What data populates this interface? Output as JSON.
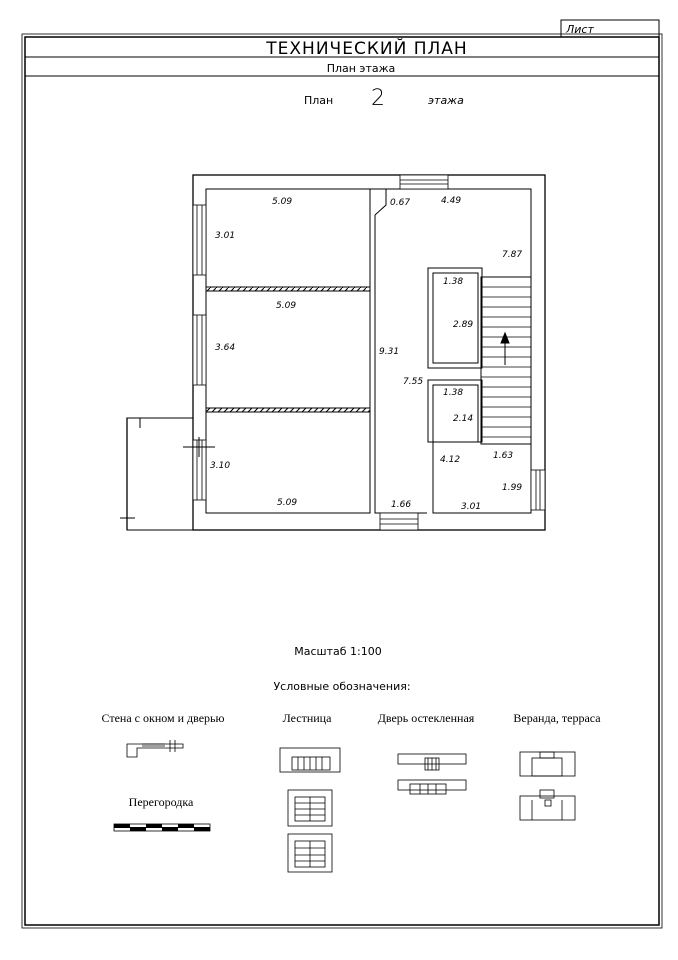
{
  "sheet": {
    "sheet_label": "Лист",
    "title": "ТЕХНИЧЕСКИЙ ПЛАН",
    "subtitle": "План этажа"
  },
  "plan": {
    "prefix": "План",
    "floor_number": "2",
    "suffix": "этажа"
  },
  "dimensions": {
    "room1_width": "5.09",
    "room1_height": "3.01",
    "room2_width": "5.09",
    "room2_height": "3.64",
    "room3_height": "3.10",
    "room3_width": "5.09",
    "corridor_length": "9.31",
    "corridor_top": "0.67",
    "hall_top": "4.49",
    "hall_right": "7.87",
    "closet1_width": "1.38",
    "closet1_height": "2.89",
    "closet2_width": "1.38",
    "closet2_height": "2.14",
    "hall_inner": "7.55",
    "room_bottom_left": "4.12",
    "room_bottom_right_top": "1.63",
    "room_bottom_right_side": "1.99",
    "corridor_bottom": "1.66",
    "room_bottom_width": "3.01"
  },
  "scale": {
    "label": "Масштаб 1:100"
  },
  "legend": {
    "title": "Условные обозначения:",
    "wall_window_door": "Стена с окном и дверью",
    "stairs": "Лестница",
    "glazed_door": "Дверь остекленная",
    "veranda": "Веранда, терраса",
    "partition": "Перегородка"
  }
}
